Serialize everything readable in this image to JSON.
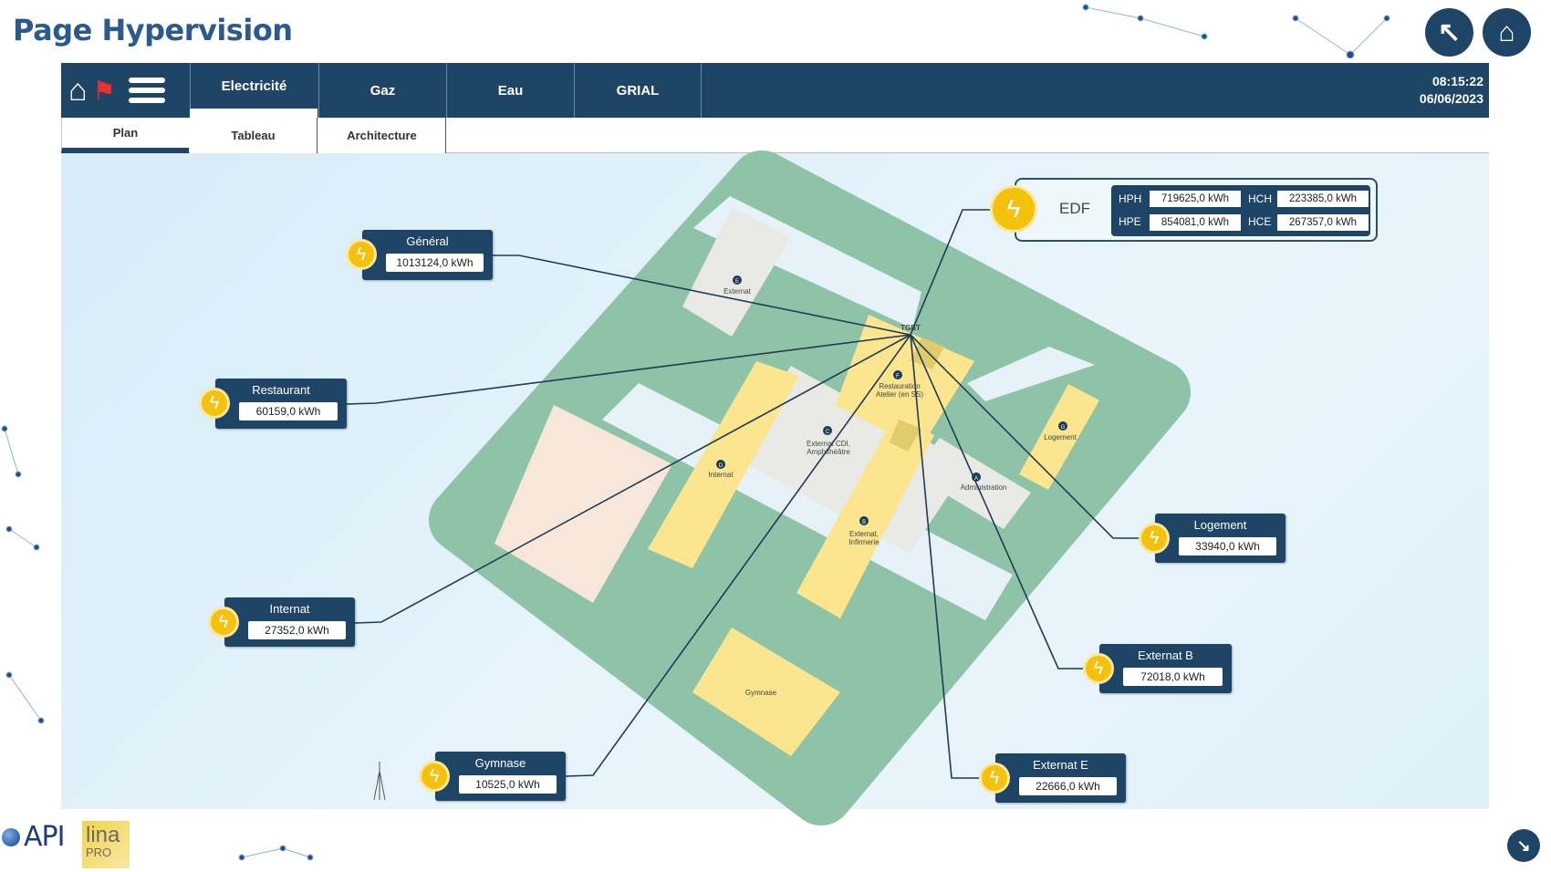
{
  "page_title": "Page Hypervision",
  "nav": {
    "tabs": [
      "Electricité",
      "Gaz",
      "Eau",
      "GRIAL"
    ],
    "active_tab": "Electricité",
    "time": "08:15:22",
    "date": "06/06/2023"
  },
  "subtabs": {
    "items": [
      "Plan",
      "Tableau",
      "Architecture"
    ],
    "active": "Plan"
  },
  "edf": {
    "label": "EDF",
    "rows": [
      {
        "key": "HPH",
        "value": "719625,0 kWh"
      },
      {
        "key": "HCH",
        "value": "223385,0 kWh"
      },
      {
        "key": "HPE",
        "value": "854081,0 kWh"
      },
      {
        "key": "HCE",
        "value": "267357,0 kWh"
      }
    ]
  },
  "meters": [
    {
      "name": "Général",
      "value": "1013124,0 kWh"
    },
    {
      "name": "Restaurant",
      "value": "60159,0 kWh"
    },
    {
      "name": "Internat",
      "value": "27352,0 kWh"
    },
    {
      "name": "Gymnase",
      "value": "10525,0 kWh"
    },
    {
      "name": "Logement",
      "value": "33940,0 kWh"
    },
    {
      "name": "Externat B",
      "value": "72018,0 kWh"
    },
    {
      "name": "Externat E",
      "value": "22666,0 kWh"
    }
  ],
  "map_labels": {
    "tgbt": "TGBT",
    "e_letter": "E",
    "e": "Externat",
    "f_letter": "F",
    "f1": "Restauration",
    "f2": "Atelier (en SS)",
    "c_letter": "C",
    "c1": "Externat CDI,",
    "c2": "Amphithéâtre",
    "d_letter": "D",
    "d": "Internat",
    "b_letter": "B",
    "b1": "Externat,",
    "b2": "Infirmerie",
    "a_letter": "A",
    "a": "Administration",
    "g_letter": "G",
    "g": "Logement",
    "gym": "Gymnase"
  },
  "logos": {
    "api": "API",
    "lina": "lina",
    "pro": "PRO"
  },
  "colors": {
    "nav": "#1f4566",
    "accent": "#f4c20d",
    "title": "#2c5a8c"
  }
}
